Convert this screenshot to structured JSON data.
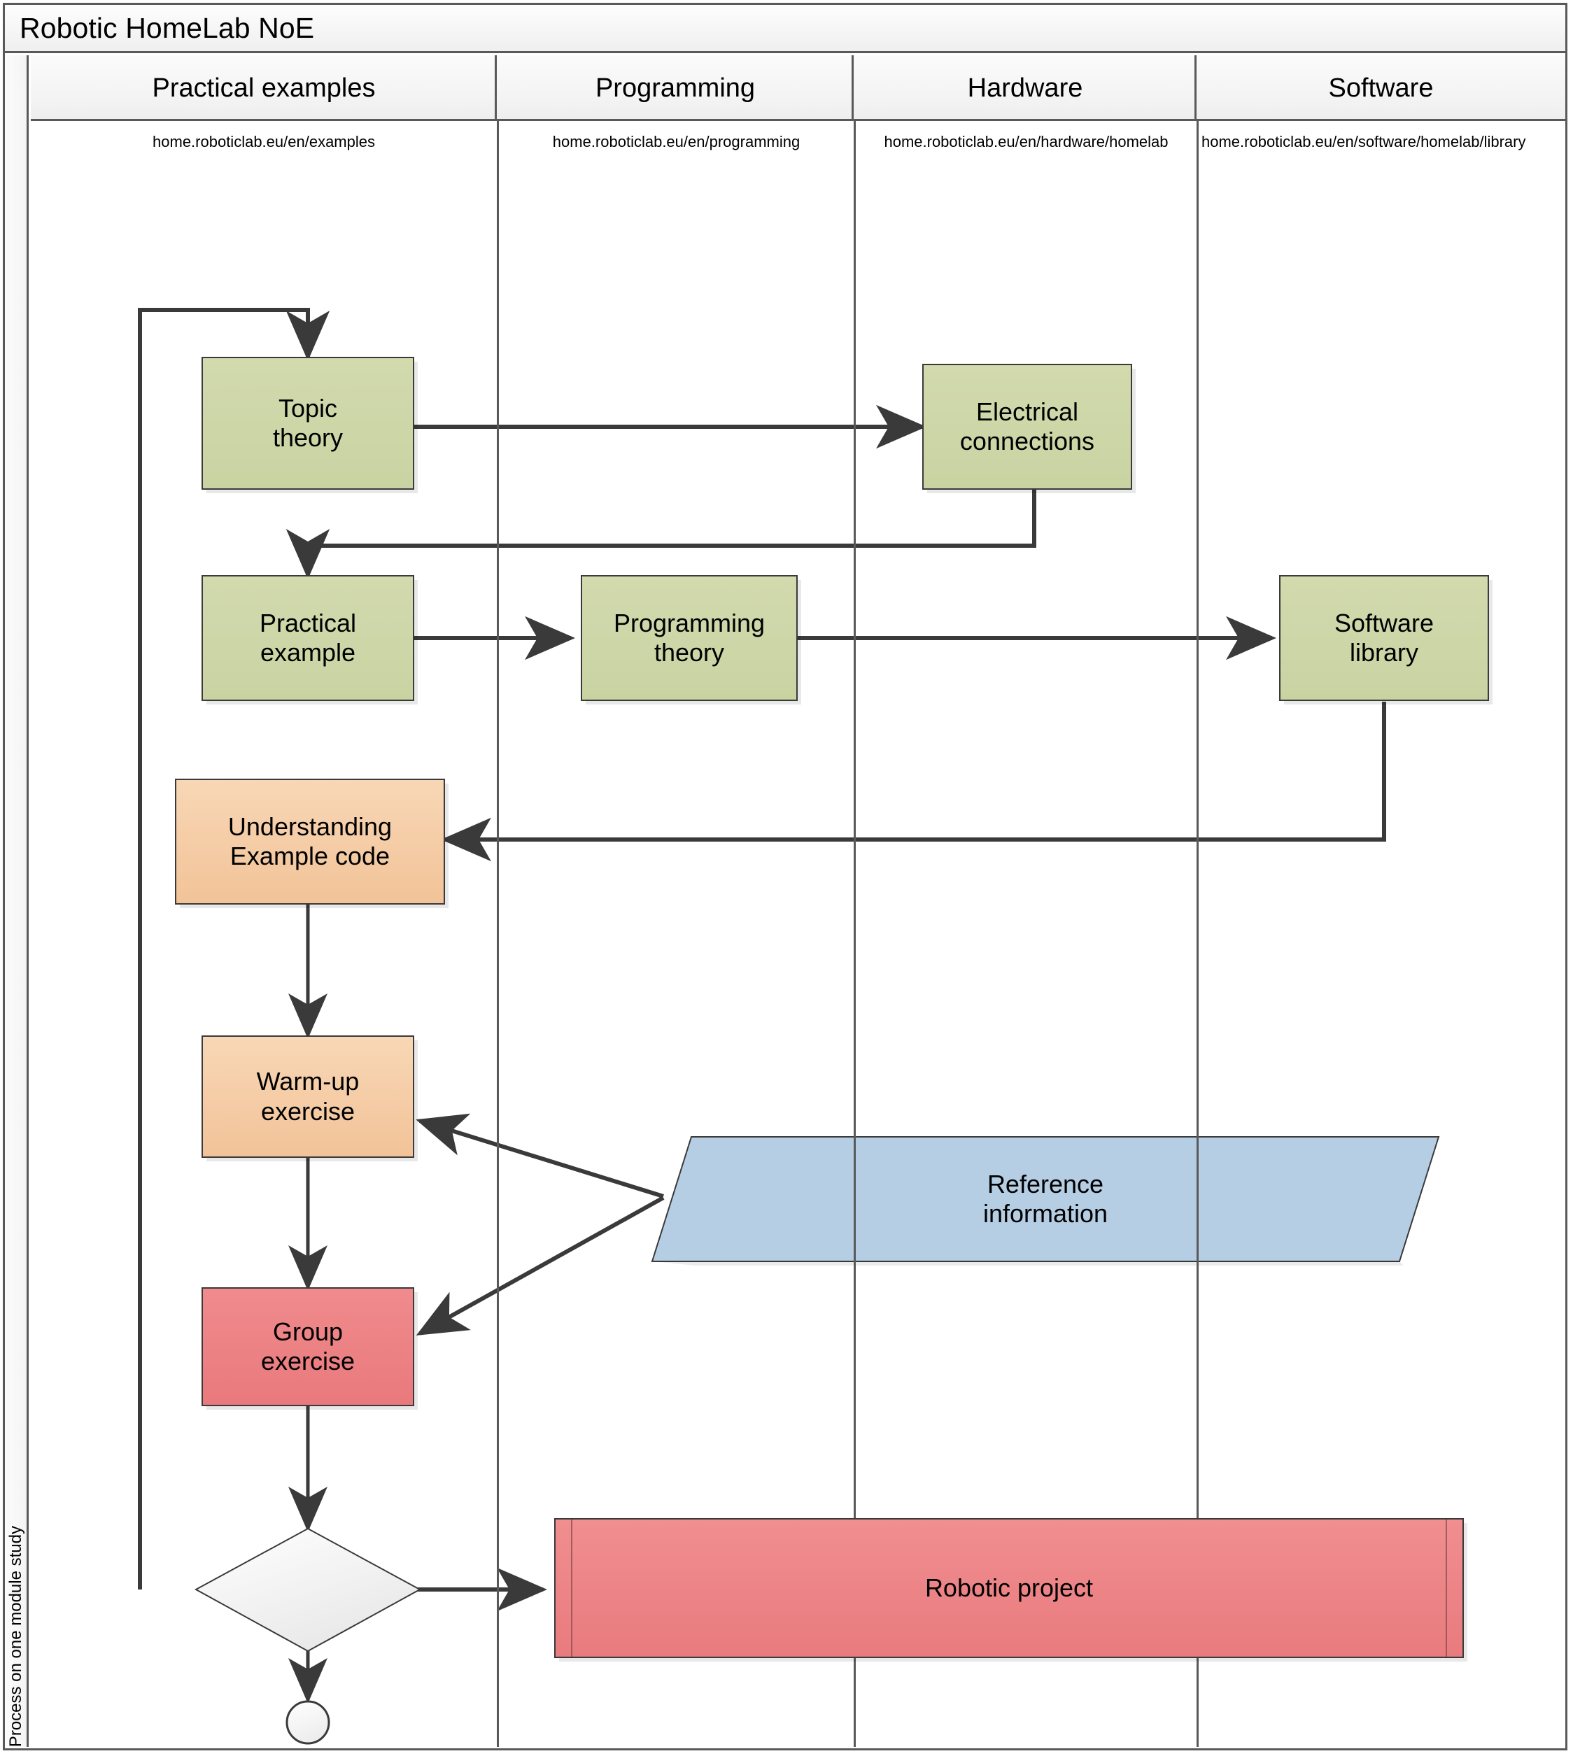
{
  "diagram": {
    "title": "Robotic HomeLab NoE",
    "pool_label": "Process on one module study",
    "lanes": [
      {
        "name": "Practical examples",
        "url": "home.roboticlab.eu/en/examples"
      },
      {
        "name": "Programming",
        "url": "home.roboticlab.eu/en/programming"
      },
      {
        "name": "Hardware",
        "url": "home.roboticlab.eu/en/hardware/homelab"
      },
      {
        "name": "Software",
        "url": "home.roboticlab.eu/en/software/homelab/library"
      }
    ],
    "nodes": [
      {
        "id": "topic-theory",
        "label": "Topic\ntheory",
        "lane": "Practical examples",
        "shape": "rectangle",
        "fill": "#ccd4a8"
      },
      {
        "id": "electrical-connections",
        "label": "Electrical\nconnections",
        "lane": "Hardware",
        "shape": "rectangle",
        "fill": "#ccd4a8"
      },
      {
        "id": "practical-example",
        "label": "Practical\nexample",
        "lane": "Practical examples",
        "shape": "rectangle",
        "fill": "#ccd4a8"
      },
      {
        "id": "programming-theory",
        "label": "Programming\ntheory",
        "lane": "Programming",
        "shape": "rectangle",
        "fill": "#ccd4a8"
      },
      {
        "id": "software-library",
        "label": "Software\nlibrary",
        "lane": "Software",
        "shape": "rectangle",
        "fill": "#ccd4a8"
      },
      {
        "id": "understanding-example-code",
        "label": "Understanding\nExample code",
        "lane": "Practical examples",
        "shape": "rectangle",
        "fill": "#f5cda7"
      },
      {
        "id": "warm-up-exercise",
        "label": "Warm-up\nexercise",
        "lane": "Practical examples",
        "shape": "rectangle",
        "fill": "#f5cda7"
      },
      {
        "id": "group-exercise",
        "label": "Group\nexercise",
        "lane": "Practical examples",
        "shape": "rectangle",
        "fill": "#ee8183"
      },
      {
        "id": "reference-information",
        "label": "Reference\ninformation",
        "lane": "Hardware",
        "shape": "parallelogram",
        "fill": "#b3cce4"
      },
      {
        "id": "robotic-project",
        "label": "Robotic project",
        "lane": "Programming",
        "shape": "subprocess",
        "fill": "#ee8183"
      },
      {
        "id": "decision-gateway",
        "label": "",
        "lane": "Practical examples",
        "shape": "diamond",
        "fill": "#f2f2f2"
      },
      {
        "id": "end-node",
        "label": "",
        "lane": "Practical examples",
        "shape": "circle",
        "fill": "#fafafa"
      }
    ],
    "edges": [
      {
        "from": "topic-theory",
        "to": "electrical-connections"
      },
      {
        "from": "electrical-connections",
        "to": "practical-example"
      },
      {
        "from": "practical-example",
        "to": "programming-theory"
      },
      {
        "from": "programming-theory",
        "to": "software-library"
      },
      {
        "from": "software-library",
        "to": "understanding-example-code"
      },
      {
        "from": "understanding-example-code",
        "to": "warm-up-exercise"
      },
      {
        "from": "warm-up-exercise",
        "to": "group-exercise"
      },
      {
        "from": "group-exercise",
        "to": "decision-gateway"
      },
      {
        "from": "decision-gateway",
        "to": "topic-theory"
      },
      {
        "from": "decision-gateway",
        "to": "robotic-project"
      },
      {
        "from": "decision-gateway",
        "to": "end-node"
      },
      {
        "from": "reference-information",
        "to": "warm-up-exercise"
      },
      {
        "from": "reference-information",
        "to": "group-exercise"
      }
    ],
    "labels": {
      "topic_theory": "Topic\ntheory",
      "electrical_connections": "Electrical\nconnections",
      "practical_example": "Practical\nexample",
      "programming_theory": "Programming\ntheory",
      "software_library": "Software\nlibrary",
      "understanding_example_code": "Understanding\nExample code",
      "warm_up_exercise": "Warm-up\nexercise",
      "group_exercise": "Group\nexercise",
      "reference_information": "Reference\ninformation",
      "robotic_project": "Robotic project"
    },
    "colors": {
      "green": "#ccd4a8",
      "orange": "#f5cda7",
      "red": "#ee8183",
      "blue": "#b3cce4",
      "stroke": "#3a3a3a",
      "frame": "#595959",
      "header_bg": "#f3f3f3"
    }
  }
}
